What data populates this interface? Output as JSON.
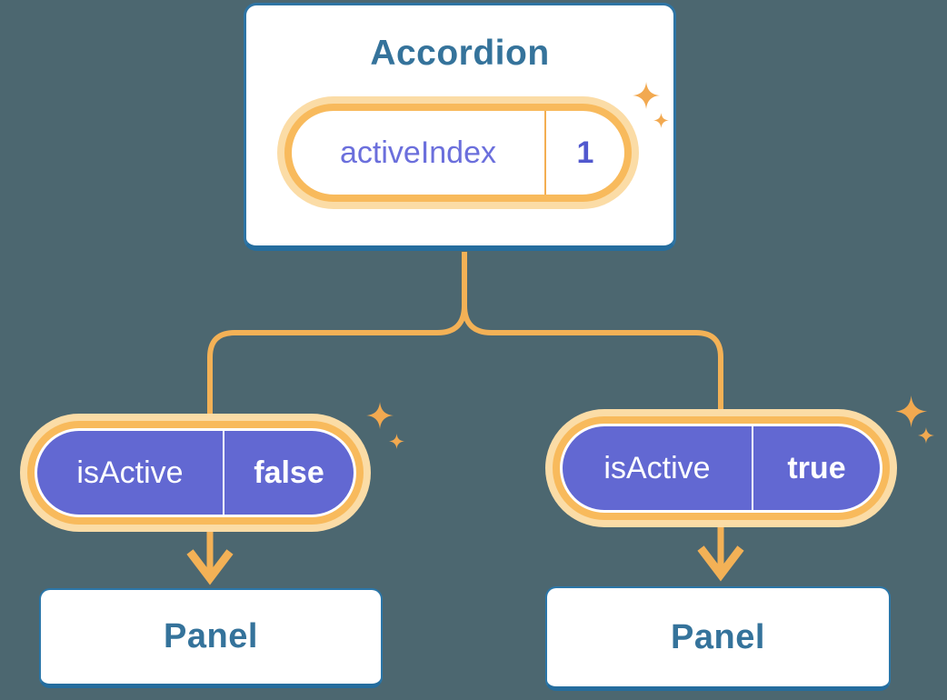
{
  "diagram": {
    "root_component": {
      "title": "Accordion",
      "state": {
        "name": "activeIndex",
        "value": "1"
      }
    },
    "branches": [
      {
        "prop": {
          "name": "isActive",
          "value": "false"
        },
        "child_component": {
          "title": "Panel"
        }
      },
      {
        "prop": {
          "name": "isActive",
          "value": "true"
        },
        "child_component": {
          "title": "Panel"
        }
      }
    ],
    "icons": [
      "sparkle-icon"
    ],
    "colors": {
      "background": "#4C6770",
      "card_background": "#FFFFFF",
      "card_border": "#2E74A4",
      "component_text": "#35739B",
      "connector": "#F3B156",
      "sparkle": "#F2A950",
      "pill_ring": "#F8BA5C",
      "pill_glow": "#FBDCA6",
      "state_text": "#6B6FDC",
      "state_value_text": "#5158CE",
      "prop_fill": "#6268D2",
      "prop_text": "#FFFFFF"
    }
  }
}
